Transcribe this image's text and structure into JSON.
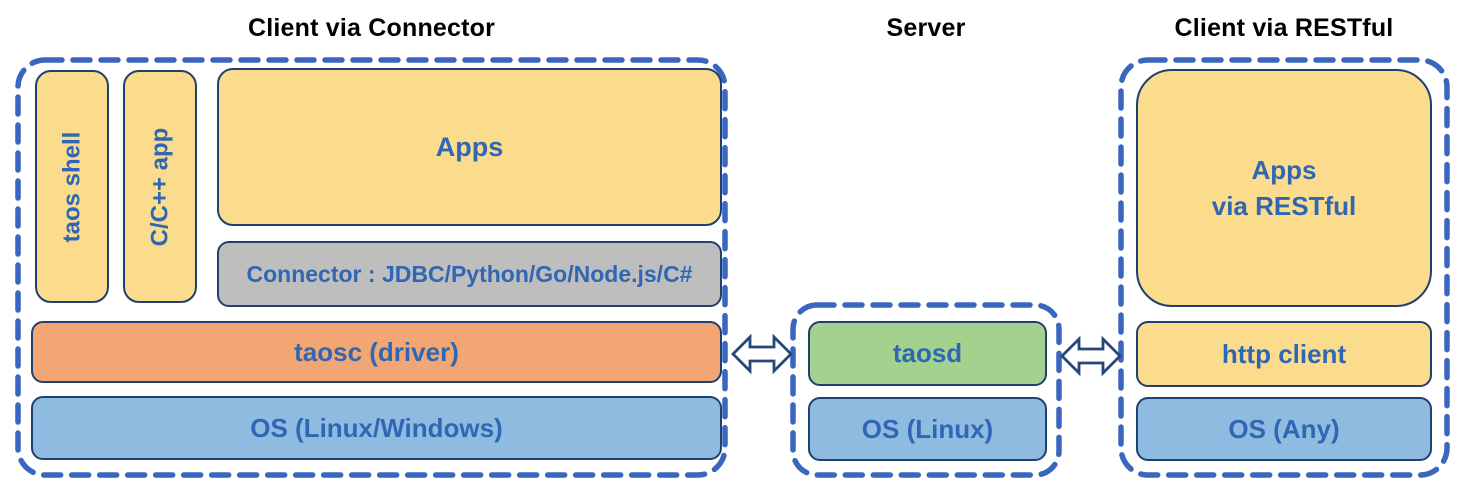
{
  "colors": {
    "dashed_border": "#3966BF",
    "box_border": "#20406F",
    "label_blue": "#3067B4",
    "yellow": "#FBDC8C",
    "orange": "#F2A674",
    "green": "#A2D28E",
    "os_blue": "#90BBE0",
    "gray": "#BEBEBE",
    "title_black": "#000000",
    "arrow_outline": "#27477A"
  },
  "sections": {
    "connector_client": {
      "title": "Client via Connector",
      "taos_shell": "taos shell",
      "cpp_app": "C/C++ app",
      "apps": "Apps",
      "connector": "Connector : JDBC/Python/Go/Node.js/C#",
      "taosc": "taosc (driver)",
      "os": "OS (Linux/Windows)"
    },
    "server": {
      "title": "Server",
      "taosd": "taosd",
      "os": "OS (Linux)"
    },
    "restful_client": {
      "title": "Client via RESTful",
      "apps_line1": "Apps",
      "apps_line2": "via RESTful",
      "http_client": "http client",
      "os": "OS (Any)"
    }
  },
  "icons": {
    "left_link": "bidirectional-arrow",
    "right_link": "bidirectional-arrow"
  }
}
